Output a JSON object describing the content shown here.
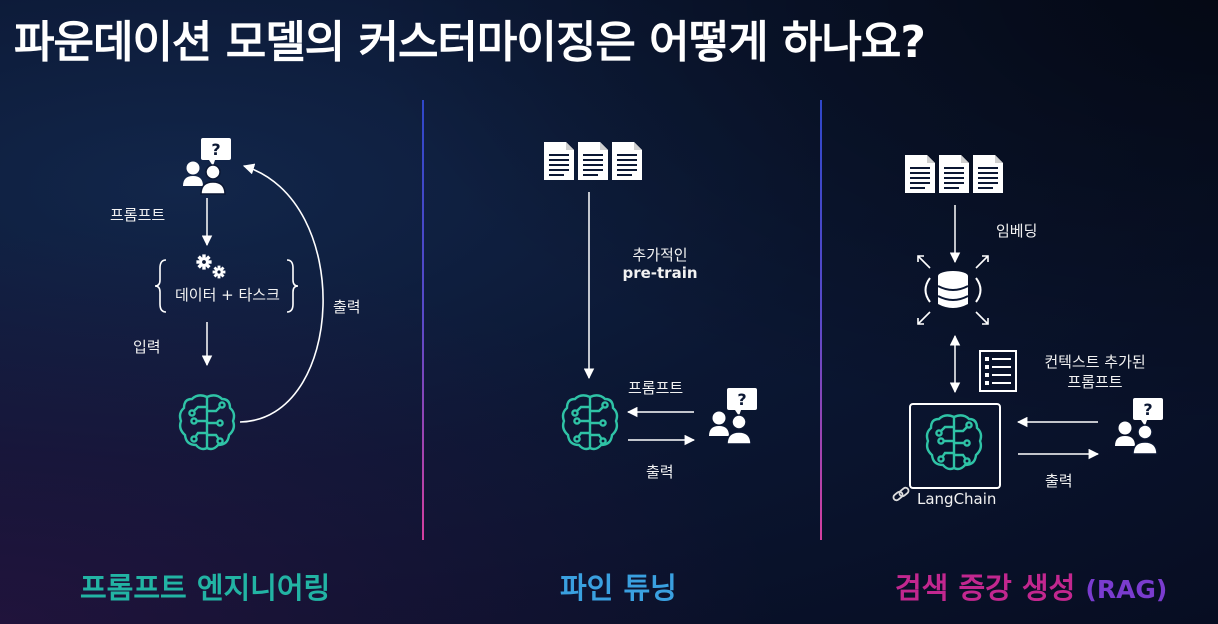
{
  "title": "파운데이션 모델의 커스터마이징은 어떻게 하나요?",
  "colors": {
    "teal": "#22b4a4",
    "blue": "#3aa0e0",
    "magenta": "#c2278f",
    "purple": "#7a3ccf",
    "brain_green": "#2fc3a6"
  },
  "icons": [
    "user-question-icon",
    "gears-icon",
    "brain-icon",
    "documents-icon",
    "database-icon",
    "document-list-icon",
    "chain-link-icon"
  ],
  "prompt_engineering": {
    "prompt_label": "프롬프트",
    "data_task_label": "데이터 + 타스크",
    "input_label": "입력",
    "output_label": "출력",
    "heading": "프롬프트 엔지니어링"
  },
  "fine_tuning": {
    "additional_label": "추가적인",
    "pretrain_label": "pre-train",
    "prompt_label": "프롬프트",
    "output_label": "출력",
    "heading": "파인 튜닝"
  },
  "rag": {
    "embedding_label": "임베딩",
    "context_prompt_line1": "컨텍스트 추가된",
    "context_prompt_line2": "프롬프트",
    "langchain_label": "LangChain",
    "output_label": "출력",
    "heading_main": "검색 증강 생성",
    "heading_suffix": "(RAG)"
  }
}
